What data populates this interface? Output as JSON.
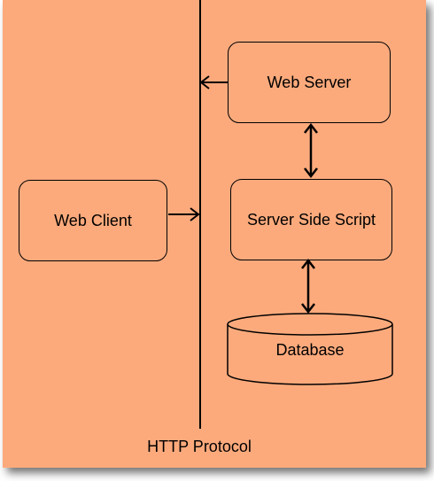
{
  "diagram": {
    "nodes": {
      "web_server": "Web Server",
      "server_side_script": "Server Side Script",
      "web_client": "Web Client",
      "database": "Database"
    },
    "protocol_label": "HTTP Protocol",
    "colors": {
      "background": "#fcaa7c",
      "stroke": "#000000"
    }
  }
}
